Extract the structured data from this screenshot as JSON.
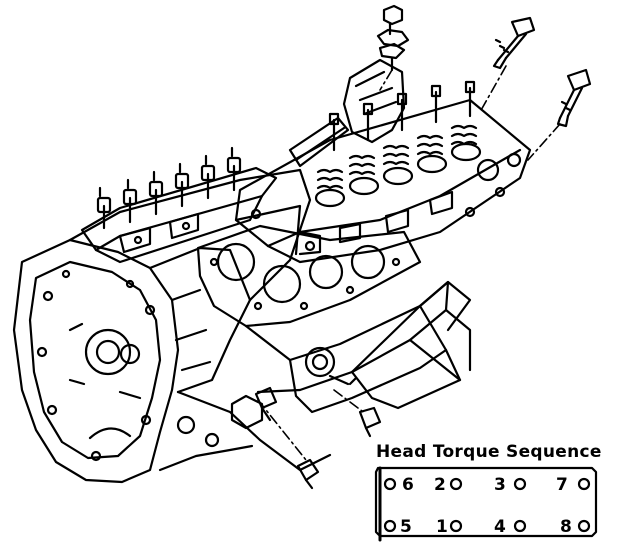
{
  "caption": "Head Torque Sequence",
  "sequence": {
    "top_row": [
      "6",
      "2",
      "3",
      "7"
    ],
    "bottom_row": [
      "5",
      "1",
      "4",
      "8"
    ]
  },
  "colors": {
    "ink": "#000000",
    "paper": "#ffffff"
  }
}
